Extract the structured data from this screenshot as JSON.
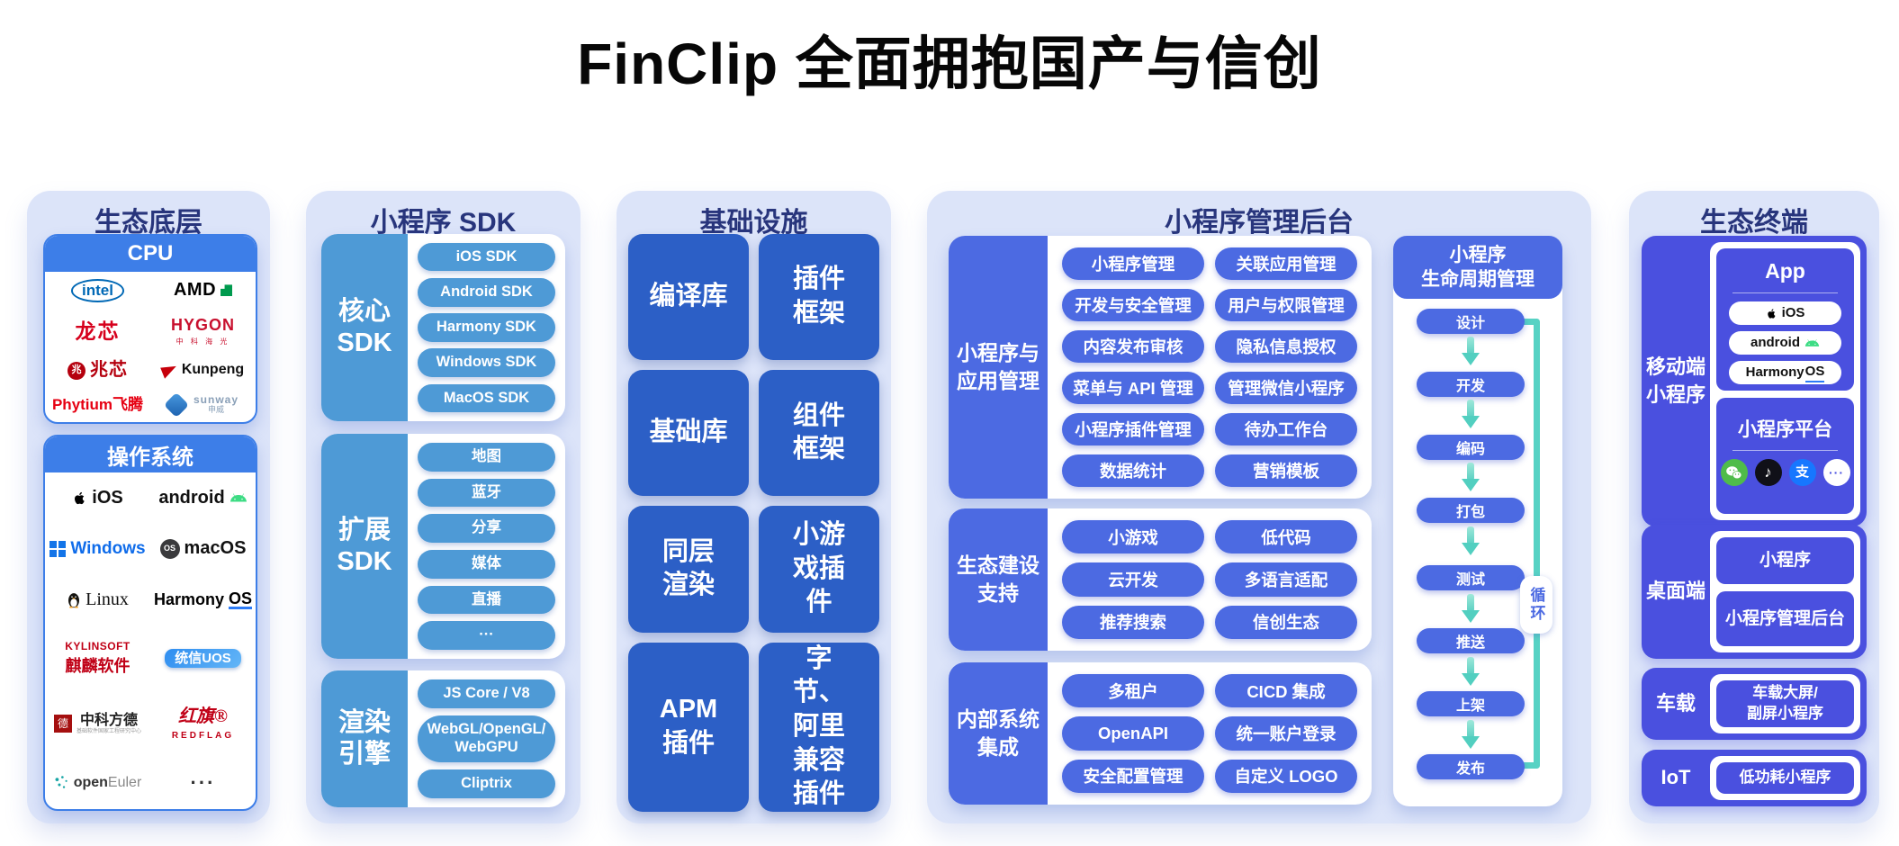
{
  "title": "FinClip 全面拥抱国产与信创",
  "colors": {
    "panel_bg": "#dce4f9",
    "bright_blue": "#3d7ee8",
    "sdk_blue": "#4e9ad6",
    "infra_blue": "#2c5fc6",
    "admin_indigo": "#4c6ae2",
    "terminal_violet": "#4a50df",
    "teal": "#57d2c4",
    "header_navy": "#28357c"
  },
  "eco_base": {
    "header": "生态底层",
    "cpu": {
      "header": "CPU",
      "intel": "intel",
      "amd": "AMD",
      "loongson": "龙芯",
      "hygon": "HYGON",
      "hygon_sub": "中 科 海 光",
      "zhaoxin_icon": "兆",
      "zhaoxin": "兆芯",
      "kunpeng": "Kunpeng",
      "phytium": "Phytium飞腾",
      "sunway": "sunway",
      "sunway_sub": "申威"
    },
    "os": {
      "header": "操作系统",
      "ios": "iOS",
      "android": "android",
      "windows": "Windows",
      "macos_badge": "OS",
      "macos": "macOS",
      "linux": "Linux",
      "harmony_part1": "Harmony",
      "harmony_part2": "OS",
      "kylin_en": "KYLINSOFT",
      "kylin_cn": "麒麟软件",
      "uos": "统信UOS",
      "fangde_icon": "德",
      "fangde": "中科方德",
      "fangde_sub": "基础软件国家工程研究中心",
      "redflag_cn": "红旗®",
      "redflag_en": "REDFLAG",
      "openeuler_part1": "open",
      "openeuler_part2": "Euler",
      "more": "···"
    }
  },
  "sdk": {
    "header": "小程序 SDK",
    "core": {
      "label_1": "核心",
      "label_2": "SDK",
      "items": [
        "iOS SDK",
        "Android SDK",
        "Harmony SDK",
        "Windows SDK",
        "MacOS SDK"
      ]
    },
    "ext": {
      "label_1": "扩展",
      "label_2": "SDK",
      "items": [
        "地图",
        "蓝牙",
        "分享",
        "媒体",
        "直播",
        "···"
      ]
    },
    "render": {
      "label_1": "渲染",
      "label_2": "引擎",
      "items": [
        "JS Core / V8",
        "WebGL/OpenGL/ WebGPU",
        "Cliptrix"
      ]
    }
  },
  "infra": {
    "header": "基础设施",
    "tiles": [
      "编译库",
      "插件框架",
      "基础库",
      "组件框架",
      "同层渲染",
      "小游戏插件",
      "APM 插件",
      "字节、阿里兼容插件"
    ]
  },
  "admin": {
    "header": "小程序管理后台",
    "sections": [
      {
        "label_1": "小程序与",
        "label_2": "应用管理",
        "pills": [
          "小程序管理",
          "关联应用管理",
          "开发与安全管理",
          "用户与权限管理",
          "内容发布审核",
          "隐私信息授权",
          "菜单与 API 管理",
          "管理微信小程序",
          "小程序插件管理",
          "待办工作台",
          "数据统计",
          "营销模板"
        ]
      },
      {
        "label_1": "生态建设",
        "label_2": "支持",
        "pills": [
          "小游戏",
          "低代码",
          "云开发",
          "多语言适配",
          "推荐搜索",
          "信创生态"
        ]
      },
      {
        "label_1": "内部系统",
        "label_2": "集成",
        "pills": [
          "多租户",
          "CICD 集成",
          "OpenAPI",
          "统一账户登录",
          "安全配置管理",
          "自定义 LOGO"
        ]
      }
    ],
    "lifecycle": {
      "header_1": "小程序",
      "header_2": "生命周期管理",
      "steps": [
        "设计",
        "开发",
        "编码",
        "打包",
        "测试",
        "推送",
        "上架",
        "发布"
      ],
      "loop_label": "循环"
    }
  },
  "terminal": {
    "header": "生态终端",
    "mobile": {
      "label_1": "移动端",
      "label_2": "小程序",
      "app": {
        "title": "App",
        "ios": "iOS",
        "android": "android",
        "harmony_part1": "Harmony",
        "harmony_part2": "OS"
      },
      "platform": {
        "title": "小程序平台",
        "alipay_glyph": "支",
        "douyin_glyph": "♪",
        "more_glyph": "···"
      }
    },
    "desktop": {
      "label": "桌面端",
      "items": [
        "小程序",
        "小程序管理后台"
      ]
    },
    "car": {
      "label": "车载",
      "item_1": "车载大屏/",
      "item_2": "副屏小程序"
    },
    "iot": {
      "label": "IoT",
      "item": "低功耗小程序"
    }
  }
}
